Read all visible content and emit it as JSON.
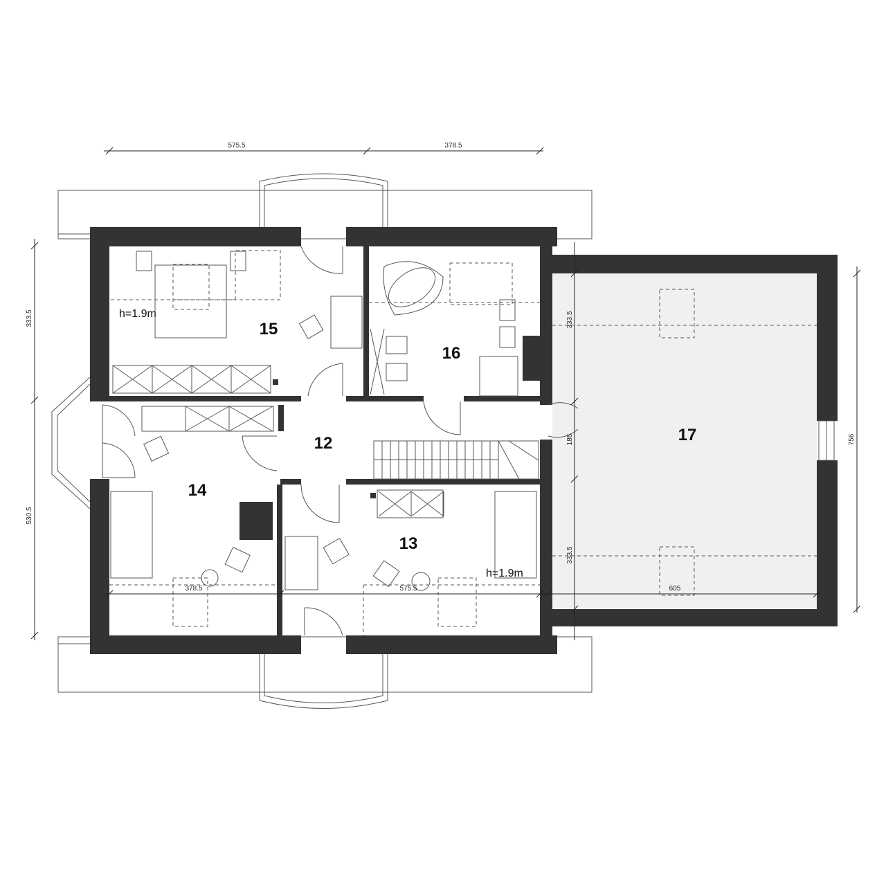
{
  "rooms": {
    "r12": "12",
    "r13": "13",
    "r14": "14",
    "r15": "15",
    "r16": "16",
    "r17": "17"
  },
  "notes": {
    "height_15": "h=1.9m",
    "height_13": "h=1.9m"
  },
  "dimensions": {
    "top": [
      "575.5",
      "378.5"
    ],
    "bottom": [
      "378.5",
      "575.5",
      "605"
    ],
    "left": [
      "333.5",
      "530.5"
    ],
    "inner_right": [
      "333.5",
      "185",
      "333.5"
    ],
    "far_right": [
      "756"
    ]
  },
  "colors": {
    "wall": "#333333",
    "unheated_area": "#f0f0f0"
  }
}
